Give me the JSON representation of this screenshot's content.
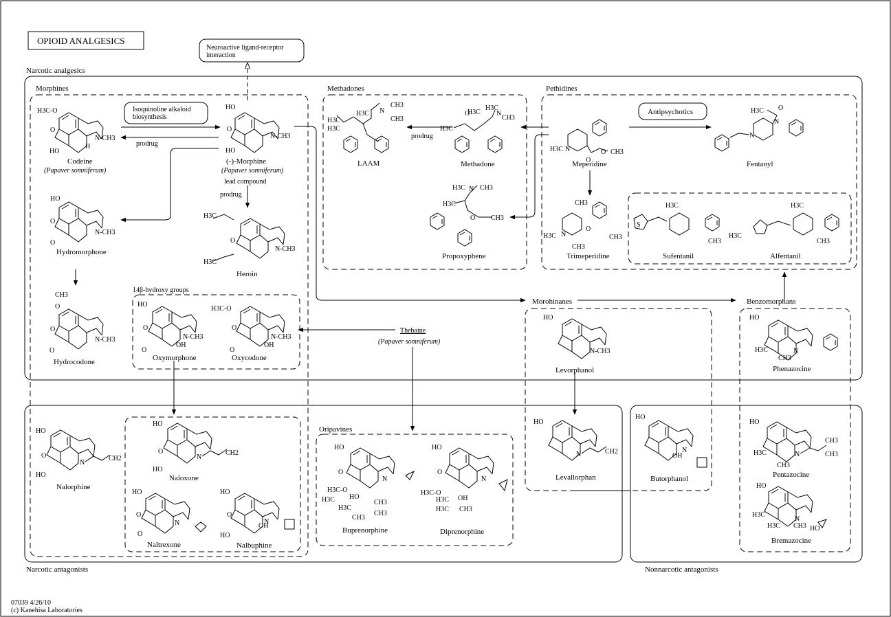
{
  "title": "OPIOID  ANALGESICS",
  "footer": {
    "id_date": "07039 4/26/10",
    "copyright": "(c) Kanehisa Laboratories"
  },
  "maps": {
    "neuroactive": {
      "line1": "Neuroactive ligand-receptor",
      "line2": "interaction"
    },
    "isoquinoline": {
      "line1": "Isoquinoline alkaloid",
      "line2": "biosynthesis"
    },
    "antipsychotics": "Antipsychotics"
  },
  "groups": {
    "narcotic_analgesics": "Narcotic analgesics",
    "narcotic_antagonists": "Narcotic antagonists",
    "nonnarcotic_antagonists": "Nonnarcotic antagonists",
    "morphines": "Morphines",
    "methadones": "Methadones",
    "pethidines": "Pethidines",
    "hydroxy14": "14β-hydroxy groups",
    "morphinanes": "Morohinanes",
    "benzomorphans": "Benzomorphans",
    "oripavines": "Oripavines"
  },
  "edge_labels": {
    "prodrug_codeine": "prodrug",
    "prodrug_heroin": "prodrug",
    "prodrug_laam": "prodrug",
    "lead_compound": "lead compound"
  },
  "compounds": {
    "codeine": {
      "name": "Codeine",
      "source": "(Papaver somniferum)"
    },
    "morphine": {
      "name": "(-)-Morphine",
      "source": "(Papaver somniferum)"
    },
    "hydromorphone": "Hydromorphone",
    "hydrocodone": "Hydrocodone",
    "heroin": "Heroin",
    "oxymorphone": "Oxymorphone",
    "oxycodone": "Oxycodone",
    "laam": "LAAM",
    "methadone": "Methadone",
    "propoxyphene": "Propoxyphene",
    "meperidine": "Meperidine",
    "fentanyl": "Fentanyl",
    "trimeperidine": "Trimeperidine",
    "sufentanil": "Sufentanil",
    "alfentanil": "Alfentanil",
    "thebaine": {
      "name": "Thebaine",
      "source": "(Papaver somniferum)"
    },
    "levorphanol": "Levorphanol",
    "phenazocine": "Phenazocine",
    "nalorphine": "Nalorphine",
    "naloxone": "Naloxone",
    "naltrexone": "Naltrexone",
    "nalbuphine": "Nalbuphine",
    "buprenorphine": "Buprenorphine",
    "diprenorphine": "Diprenorphine",
    "levallorphan": "Levallorphan",
    "butorphanol": "Butorphanol",
    "pentazocine": "Pentazocine",
    "bremazocine": "Bremazocine"
  },
  "atom_labels": {
    "h3co": "H3C-O",
    "ho": "HO",
    "ch3": "CH3",
    "n_ch3": "N-CH3",
    "h3c": "H3C",
    "o": "O",
    "h": "H",
    "n": "N",
    "oh": "OH",
    "ch2": "CH2",
    "s": "S"
  }
}
